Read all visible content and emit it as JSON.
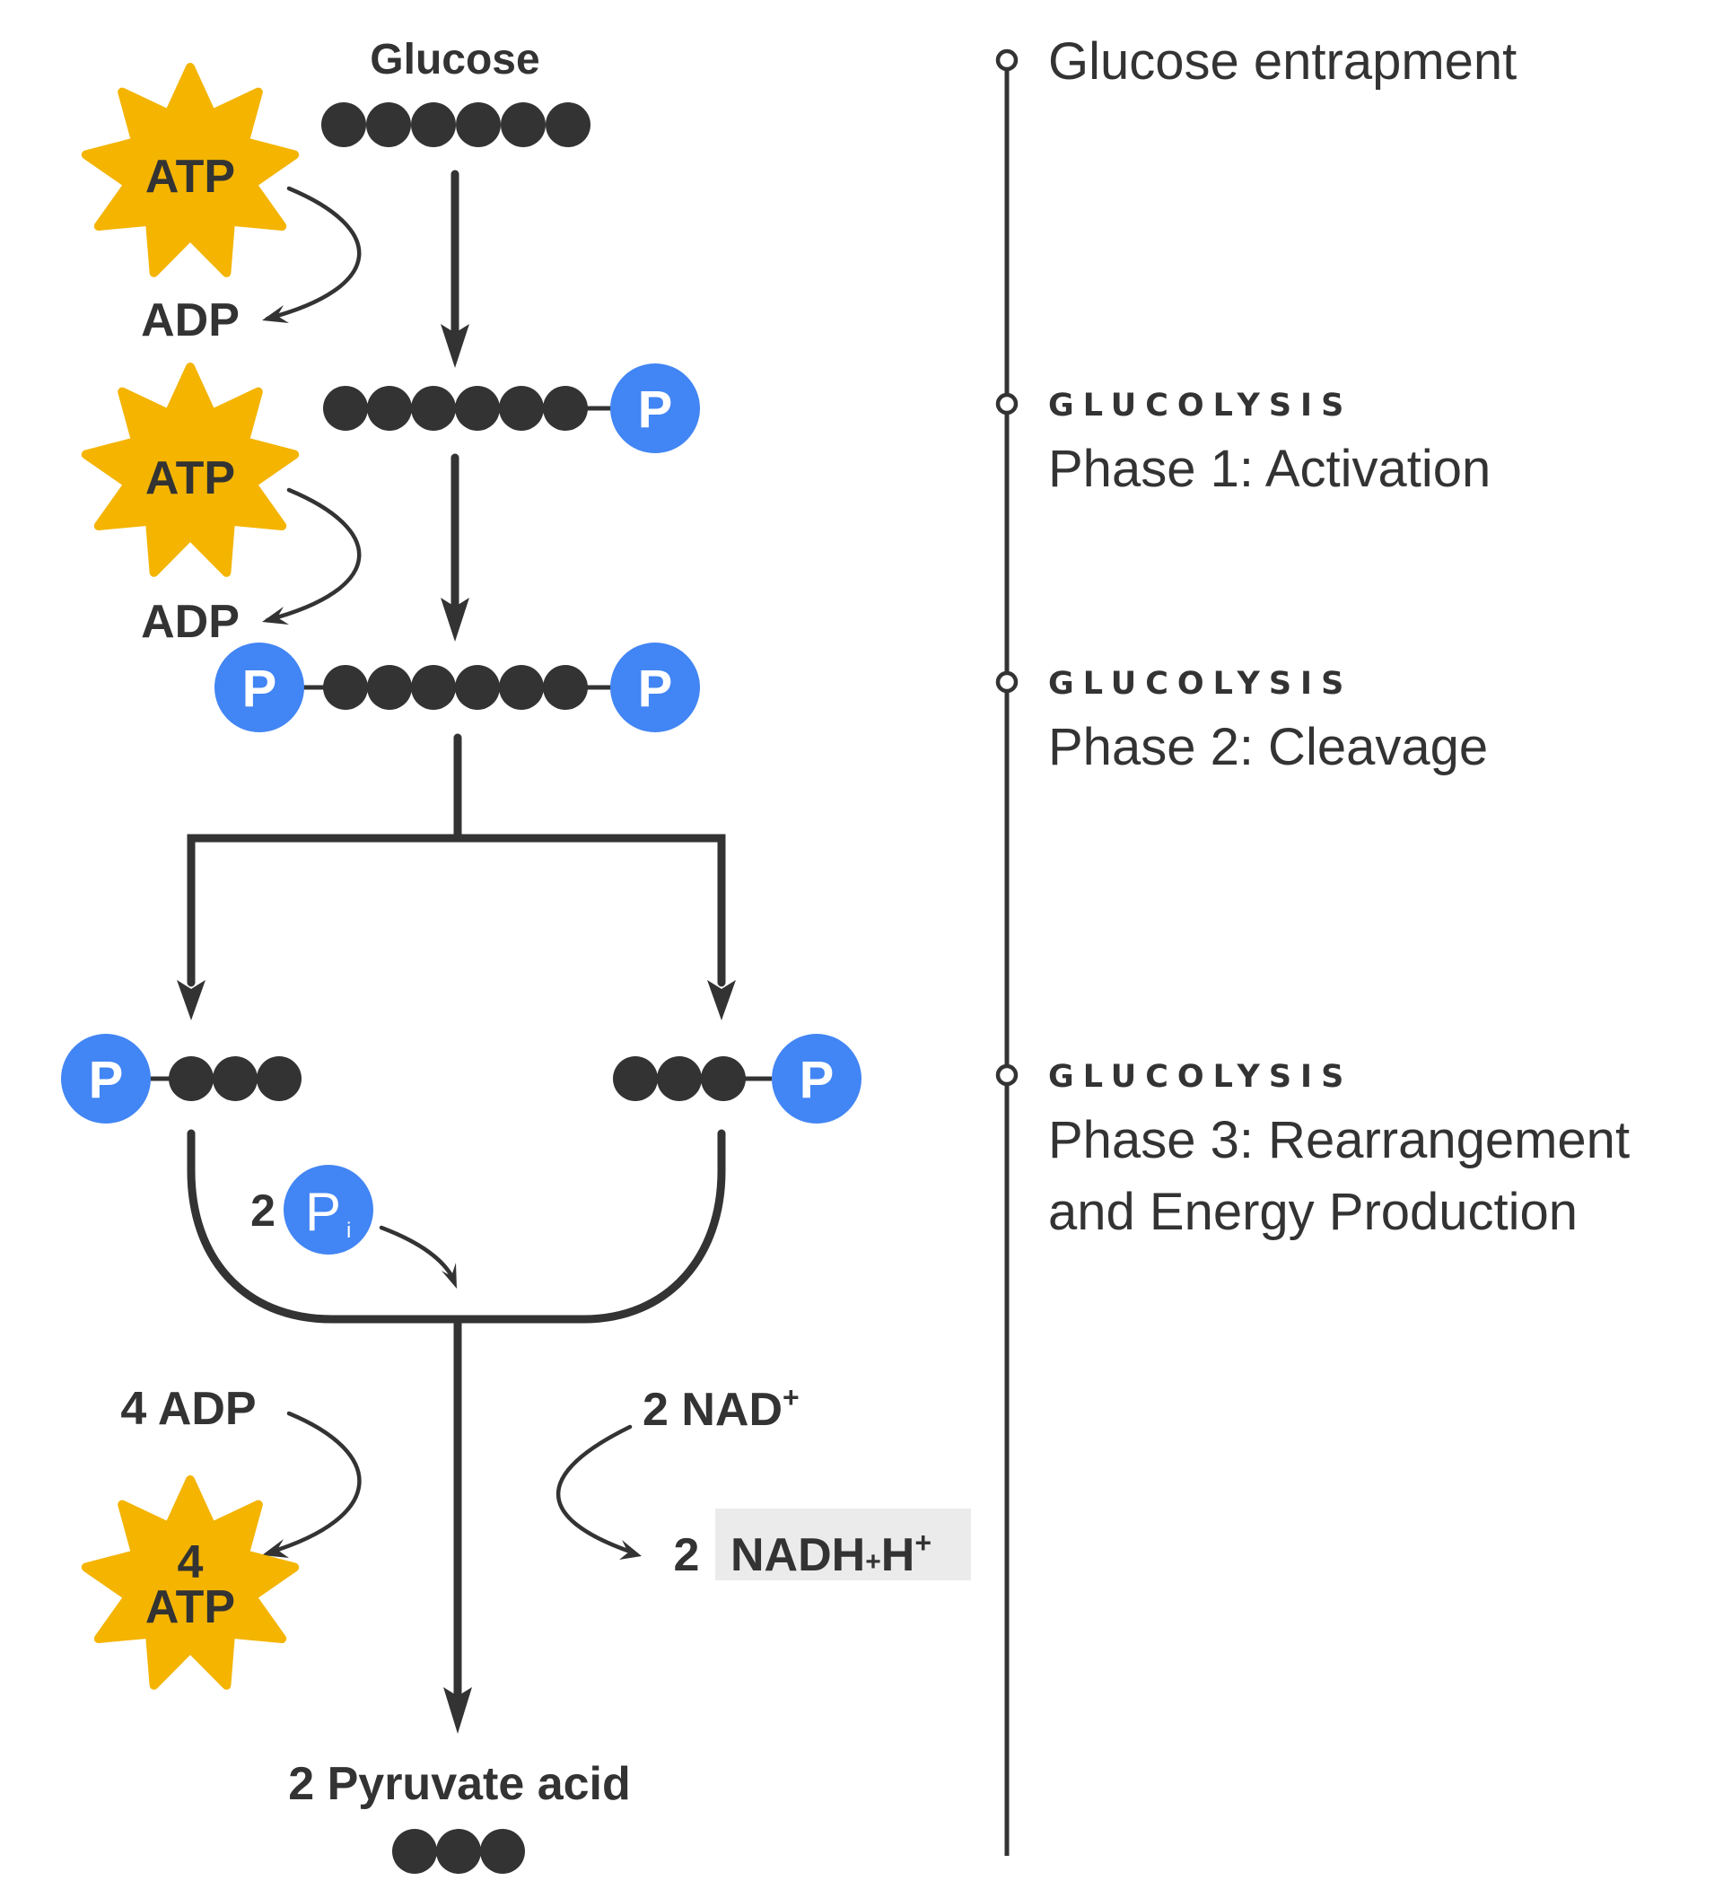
{
  "diagram": {
    "title": "Glucose",
    "colors": {
      "ink": "#333333",
      "phosphate": "#4285F4",
      "atp_star": "#F4B400",
      "highlight_box": "#EBEBEB"
    },
    "pathway": {
      "glucose_label": "Glucose",
      "glucose_carbons": 6,
      "step1": {
        "atp_label": "ATP",
        "adp_label": "ADP",
        "product_carbons": 6,
        "product_phosphate_label": "P"
      },
      "step2": {
        "atp_label": "ATP",
        "adp_label": "ADP",
        "product_carbons": 6,
        "left_phosphate_label": "P",
        "right_phosphate_label": "P"
      },
      "cleavage": {
        "left_fragment": {
          "carbons": 3,
          "phosphate_label": "P"
        },
        "right_fragment": {
          "carbons": 3,
          "phosphate_label": "P"
        }
      },
      "inorganic_phosphate": {
        "count": "2",
        "label": "P",
        "subscript": "i"
      },
      "energy": {
        "adp_input": "4 ADP",
        "atp_count": "4",
        "atp_label": "ATP",
        "nad_count": "2",
        "nad_label": "NAD",
        "nad_superscript": "+",
        "nadh_count": "2",
        "nadh_label": "NADH",
        "nadh_plus": "+",
        "nadh_h": "H",
        "nadh_h_superscript": "+"
      },
      "final_product": {
        "label": "2 Pyruvate acid",
        "carbons": 3
      }
    },
    "timeline": [
      {
        "kicker": "",
        "title_lines": [
          "Glucose entrapment"
        ]
      },
      {
        "kicker": "GLUCOLYSIS",
        "title_lines": [
          "Phase 1: Activation"
        ]
      },
      {
        "kicker": "GLUCOLYSIS",
        "title_lines": [
          "Phase 2: Cleavage"
        ]
      },
      {
        "kicker": "GLUCOLYSIS",
        "title_lines": [
          "Phase 3: Rearrangement",
          "and Energy Production"
        ]
      }
    ]
  }
}
